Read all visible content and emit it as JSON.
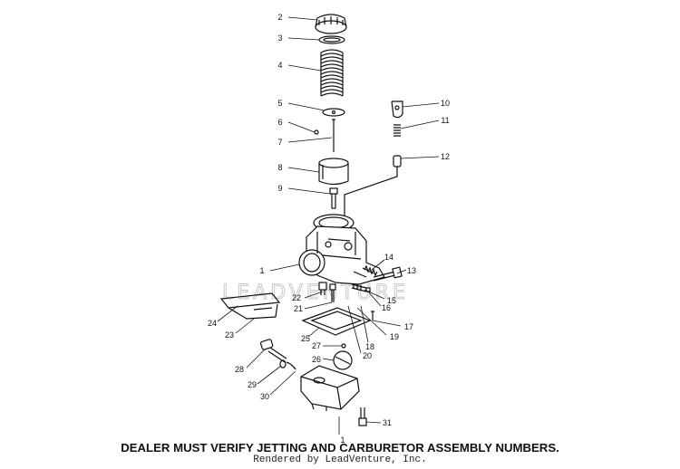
{
  "watermark": "LEADVENTURE",
  "caption": "DEALER MUST VERIFY JETTING AND CARBURETOR ASSEMBLY NUMBERS.",
  "credit": "Rendered by LeadVenture, Inc.",
  "callouts": {
    "c1": "1",
    "c1b": "1",
    "c2": "2",
    "c3": "3",
    "c4": "4",
    "c5": "5",
    "c6": "6",
    "c7": "7",
    "c8": "8",
    "c9": "9",
    "c10": "10",
    "c11": "11",
    "c12": "12",
    "c13": "13",
    "c14": "14",
    "c15": "15",
    "c16": "16",
    "c17": "17",
    "c18": "18",
    "c19": "19",
    "c20": "20",
    "c21": "21",
    "c22": "22",
    "c23": "23",
    "c24": "24",
    "c25": "25",
    "c26": "26",
    "c27": "27",
    "c28": "28",
    "c29": "29",
    "c30": "30",
    "c31": "31"
  }
}
